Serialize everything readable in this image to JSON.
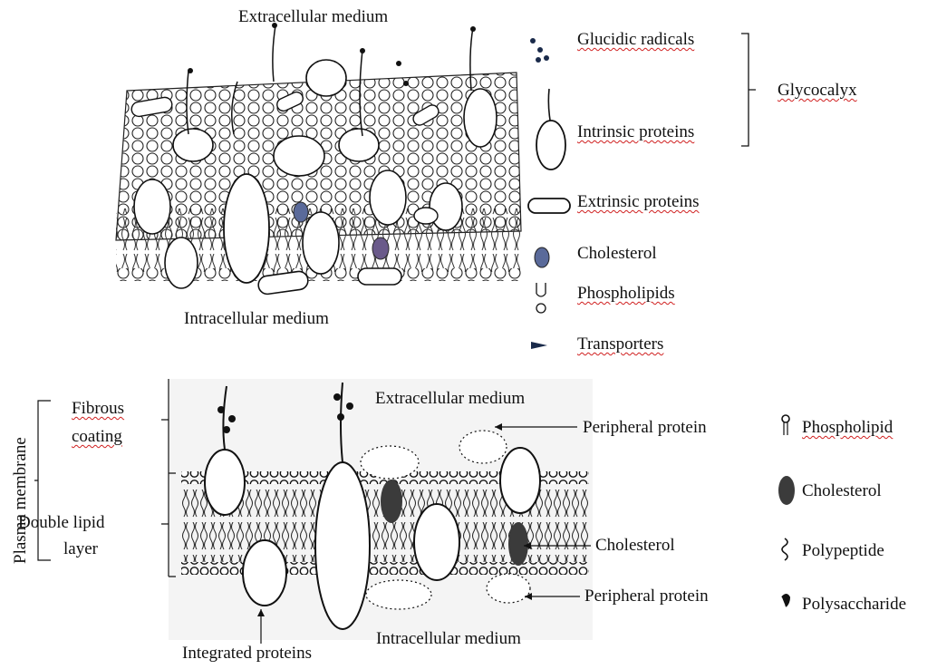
{
  "top_diagram": {
    "extracellular": "Extracellular medium",
    "intracellular": "Intracellular medium",
    "legend": {
      "glucidic": "Glucidic radicals",
      "intrinsic": "Intrinsic proteins",
      "glycocalyx": "Glycocalyx",
      "extrinsic": "Extrinsic proteins",
      "cholesterol": "Cholesterol",
      "phospholipids": "Phospholipids",
      "transporters": "Transporters"
    }
  },
  "bottom_diagram": {
    "plasma_membrane": "Plasma membrane",
    "fibrous_1": "Fibrous",
    "fibrous_2": "coating",
    "double_1": "Double lipid",
    "double_2": "layer",
    "extracellular": "Extracellular medium",
    "peripheral_top": "Peripheral protein",
    "cholesterol": "Cholesterol",
    "peripheral_bottom": "Peripheral protein",
    "integrated": "Integrated proteins",
    "intracellular": "Intracellular medium",
    "legend": {
      "phospholipid": "Phospholipid",
      "cholesterol": "Cholesterol",
      "polypeptide": "Polypeptide",
      "polysaccharide": "Polysaccharide"
    }
  }
}
